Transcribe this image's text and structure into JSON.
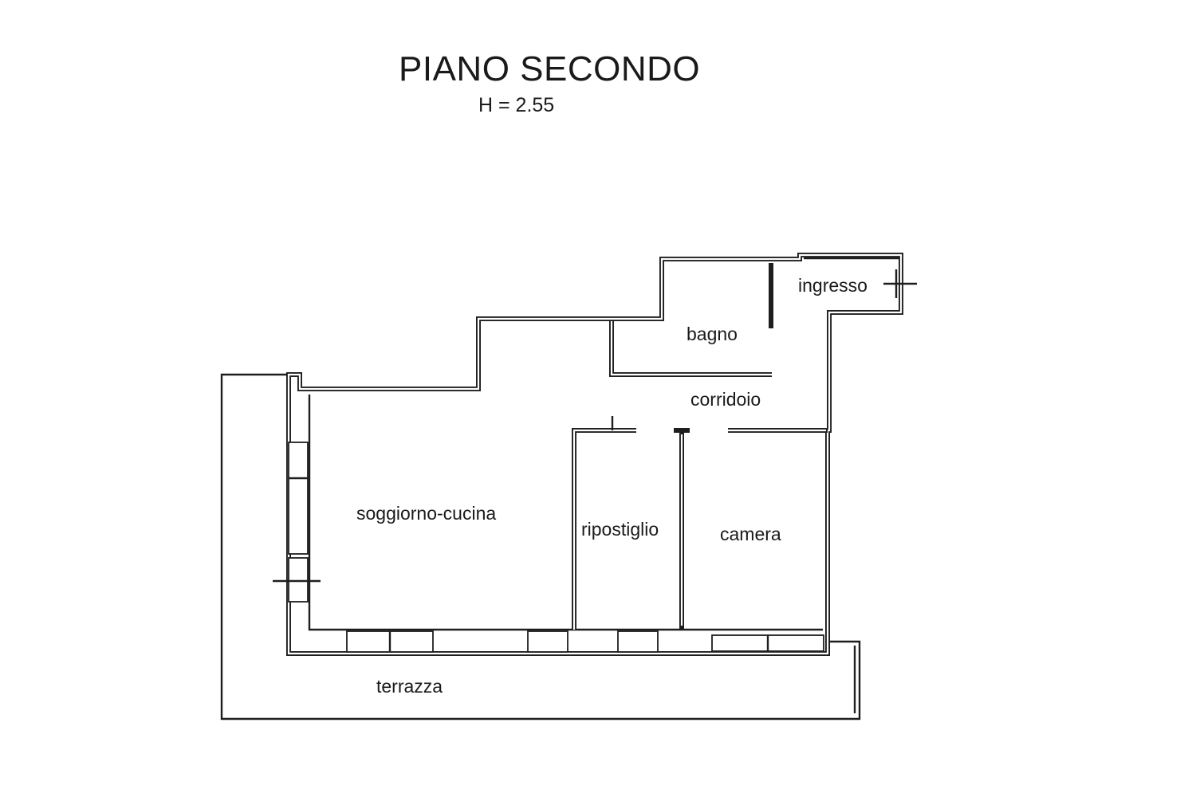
{
  "plan": {
    "title": "PIANO SECONDO",
    "height_label": "H = 2.55",
    "rooms": {
      "ingresso": "ingresso",
      "bagno": "bagno",
      "corridoio": "corridoio",
      "soggiorno_cucina": "soggiorno-cucina",
      "ripostiglio": "ripostiglio",
      "camera": "camera",
      "terrazza": "terrazza"
    }
  }
}
